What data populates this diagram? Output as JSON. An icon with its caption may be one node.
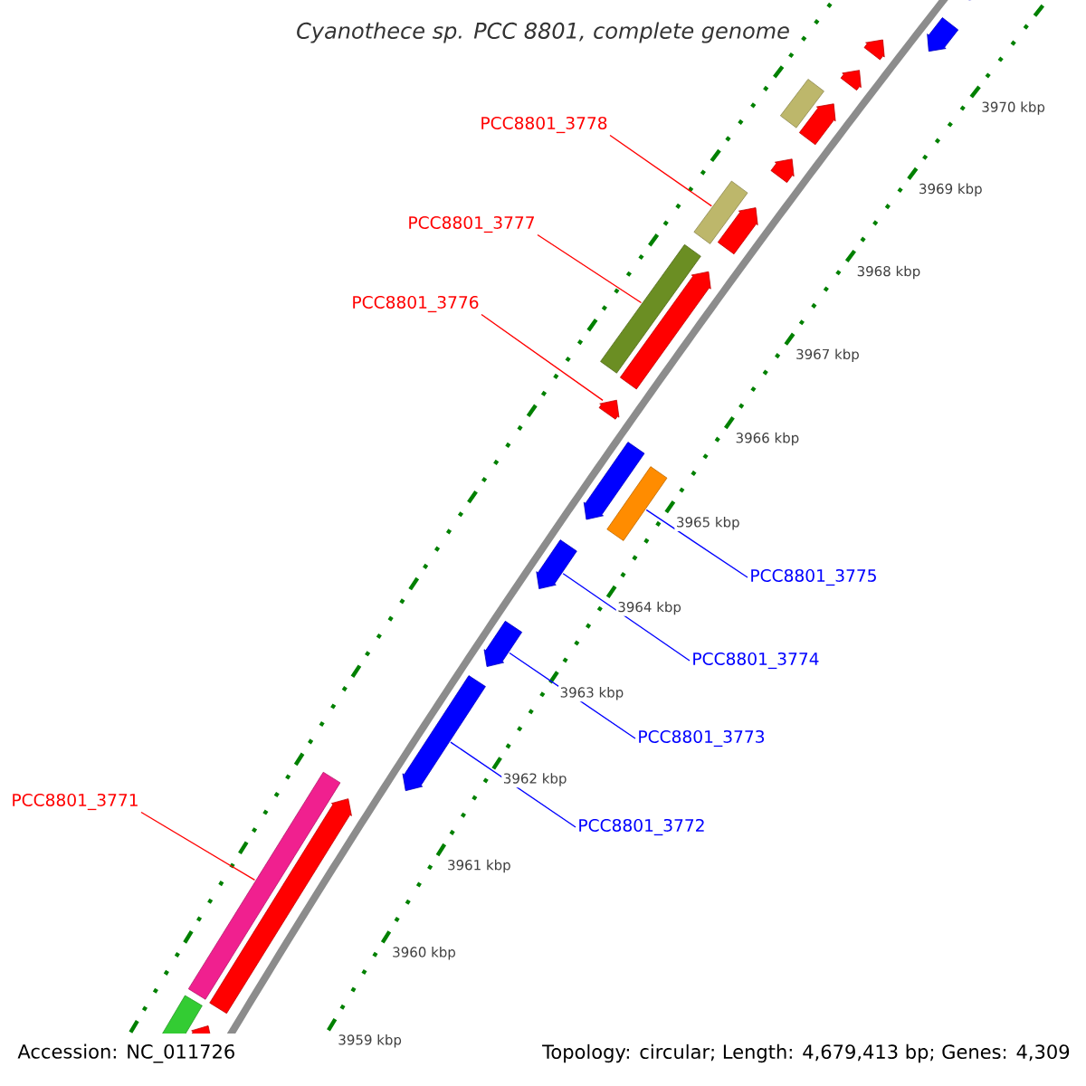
{
  "diagram": {
    "title": "Cyanothece sp. PCC 8801, complete genome",
    "nodes": [
      {
        "text": [
          "PCC8801_3778"
        ]
      },
      {
        "text": [
          "PCC8801_3777"
        ]
      },
      {
        "text": [
          "PCC8801_3776"
        ]
      },
      {
        "text": [
          "PCC8801_3775"
        ]
      },
      {
        "text": [
          "PCC8801_3774"
        ]
      },
      {
        "text": [
          "PCC8801_3773"
        ]
      },
      {
        "text": [
          "PCC8801_3772"
        ]
      },
      {
        "text": [
          "PCC8801_3771"
        ]
      },
      {
        "text": [],
        "shape": "arrow"
      },
      {
        "text": [],
        "shape": "arrow"
      },
      {
        "text": [],
        "shape": "arrow"
      },
      {
        "text": [],
        "shape": "arrow"
      },
      {
        "text": [],
        "shape": "bar"
      },
      {
        "text": [],
        "shape": "arrow"
      },
      {
        "text": [],
        "shape": "arrow"
      },
      {
        "text": [],
        "shape": "bar"
      },
      {
        "text": [],
        "shape": "arrow"
      },
      {
        "text": [],
        "shape": "bar"
      },
      {
        "text": [],
        "shape": "arrow"
      },
      {
        "text": [],
        "shape": "arrow"
      },
      {
        "text": [],
        "shape": "arrow"
      },
      {
        "text": [],
        "shape": "bar"
      },
      {
        "text": [],
        "shape": "arrow"
      },
      {
        "text": [],
        "shape": "arrow"
      },
      {
        "text": [],
        "shape": "arrow"
      },
      {
        "text": [],
        "shape": "bar"
      },
      {
        "text": [],
        "shape": "arrow"
      },
      {
        "text": [],
        "shape": "bar"
      },
      {
        "text": [],
        "shape": "arrow"
      }
    ],
    "edges": [
      {
        "from": 0,
        "to": 15,
        "arrow": "none",
        "color": "#ff0000"
      },
      {
        "from": 1,
        "to": 17,
        "arrow": "none",
        "color": "#ff0000"
      },
      {
        "from": 2,
        "to": 19,
        "arrow": "none",
        "color": "#ff0000"
      },
      {
        "from": 3,
        "to": 21,
        "arrow": "none",
        "color": "#0000ff"
      },
      {
        "from": 4,
        "to": 22,
        "arrow": "none",
        "color": "#0000ff"
      },
      {
        "from": 5,
        "to": 23,
        "arrow": "none",
        "color": "#0000ff"
      },
      {
        "from": 6,
        "to": 24,
        "arrow": "none",
        "color": "#0000ff"
      },
      {
        "from": 7,
        "to": 25,
        "arrow": "none",
        "color": "#ff0000"
      }
    ],
    "labels": [
      "3970 kbp",
      "3969 kbp",
      "3968 kbp",
      "3967 kbp",
      "3966 kbp",
      "3965 kbp",
      "3964 kbp",
      "3963 kbp",
      "3962 kbp",
      "3961 kbp",
      "3960 kbp",
      "3959 kbp",
      "Accession: NC_011726",
      "Topology: circular; Length: 4,679,413 bp; Genes: 4,309"
    ]
  }
}
